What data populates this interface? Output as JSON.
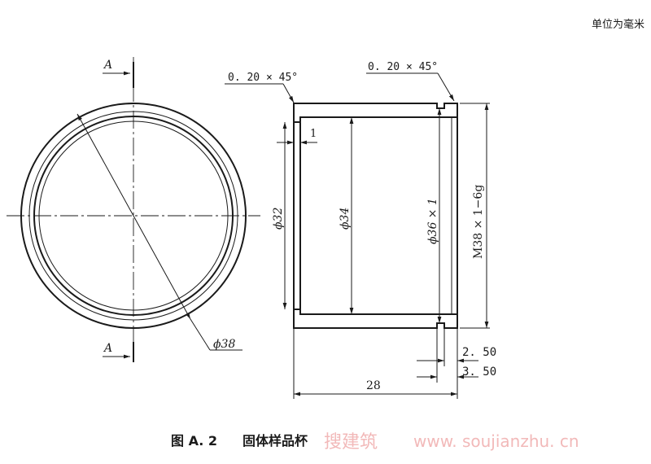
{
  "unit_note": "单位为毫米",
  "section": {
    "label_top": "A",
    "label_bottom": "A"
  },
  "chamfer": {
    "left_text": "0. 20 × 45°",
    "right_text": "0. 20 × 45°"
  },
  "dims": {
    "wall_step": "1",
    "dia_32": "ϕ32",
    "dia_34": "ϕ34",
    "dia_36": "ϕ36 × 1",
    "thread": "M38 × 1−6g",
    "dia_38": "ϕ38",
    "groove_250": "2. 50",
    "groove_350": "3. 50",
    "length": "28"
  },
  "caption": {
    "fig_no": "图 A. 2",
    "title": "固体样品杯"
  },
  "watermark": {
    "cn": "搜建筑",
    "url": "www. soujianzhu. cn"
  }
}
